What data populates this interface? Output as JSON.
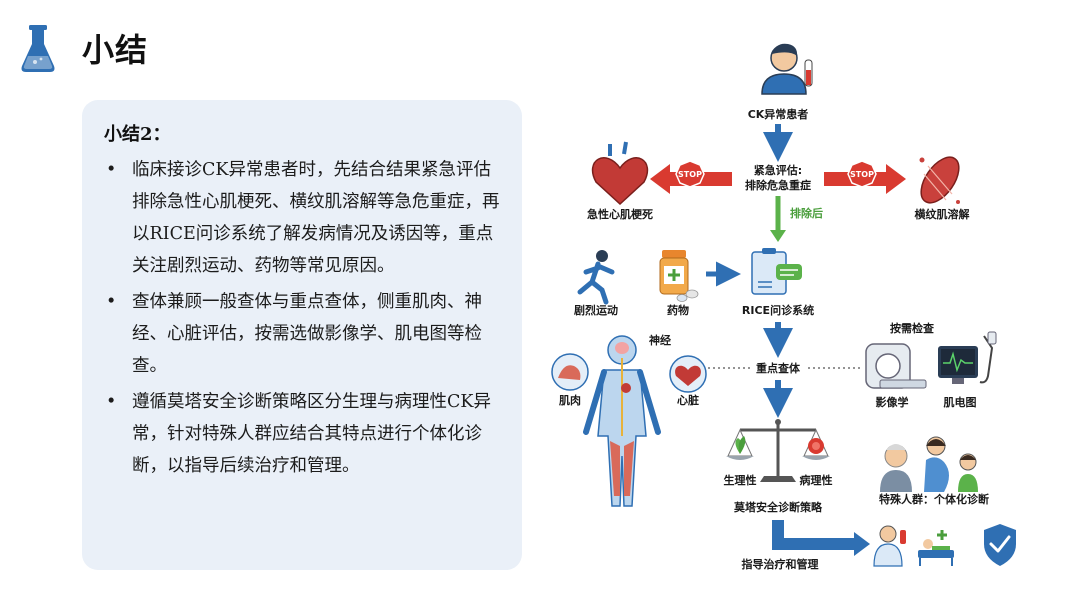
{
  "header": {
    "title": "小结"
  },
  "summary": {
    "heading": "小结2：",
    "bullets": [
      "临床接诊CK异常患者时，先结合结果紧急评估排除急性心肌梗死、横纹肌溶解等急危重症，再以RICE问诊系统了解发病情况及诱因等，重点关注剧烈运动、药物等常见原因。",
      "查体兼顾一般查体与重点查体，侧重肌肉、神经、心脏评估，按需选做影像学、肌电图等检查。",
      "遵循莫塔安全诊断策略区分生理与病理性CK异常，针对特殊人群应结合其特点进行个体化诊断，以指导后续治疗和管理。"
    ]
  },
  "diagram": {
    "patient": "CK异常患者",
    "urgent_eval_line1": "紧急评估:",
    "urgent_eval_line2": "排除危急重症",
    "stop_left": "STOP",
    "stop_right": "STOP",
    "mi": "急性心肌梗死",
    "rhabdo": "横纹肌溶解",
    "after_exclusion": "排除后",
    "exercise": "剧烈运动",
    "drugs": "药物",
    "rice": "RICE问诊系统",
    "nerve": "神经",
    "muscle": "肌肉",
    "heart": "心脏",
    "focused_exam": "重点查体",
    "on_demand": "按需检查",
    "imaging": "影像学",
    "emg": "肌电图",
    "physiological": "生理性",
    "pathological": "病理性",
    "murtagh": "莫塔安全诊断策略",
    "special_pop": "特殊人群：个体化诊断",
    "guide": "指导治疗和管理"
  },
  "colors": {
    "accent_blue": "#2f6fb3",
    "stop_red": "#d93a30",
    "green": "#5bb24a",
    "panel_bg": "#eaf0f8"
  }
}
